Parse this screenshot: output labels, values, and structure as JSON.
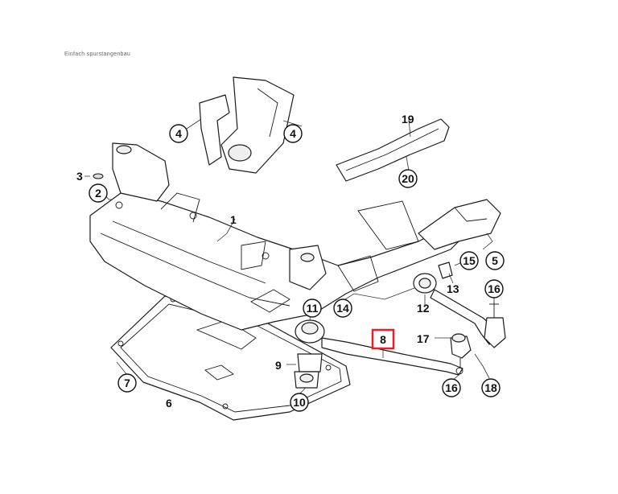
{
  "caption": "Einfach spurstangenbau",
  "callouts": {
    "c1": "1",
    "c2": "2",
    "c3": "3",
    "c4a": "4",
    "c4b": "4",
    "c5": "5",
    "c6": "6",
    "c7": "7",
    "c8": "8",
    "c9": "9",
    "c10": "10",
    "c11": "11",
    "c12": "12",
    "c13": "13",
    "c14": "14",
    "c15": "15",
    "c16a": "16",
    "c16b": "16",
    "c17": "17",
    "c18": "18",
    "c19": "19",
    "c20": "20"
  },
  "highlight": {
    "part": "8",
    "color": "#e8202a"
  },
  "icons": [
    "front-axle-subframe",
    "underbody-guard-plate",
    "control-arm",
    "ball-joint",
    "rubber-mount",
    "heat-shield"
  ]
}
